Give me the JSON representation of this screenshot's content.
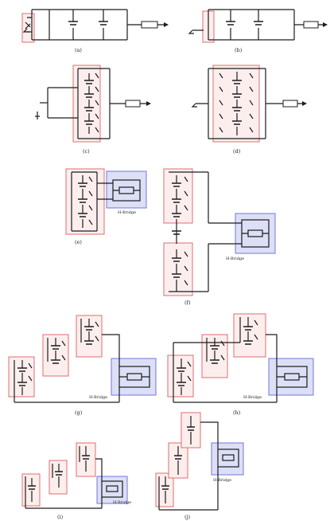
{
  "panels": [
    {
      "key": "a",
      "label": "(a)"
    },
    {
      "key": "b",
      "label": "(b)"
    },
    {
      "key": "c",
      "label": "(c)"
    },
    {
      "key": "d",
      "label": "(d)"
    },
    {
      "key": "e",
      "label": "(e)"
    },
    {
      "key": "f",
      "label": "(f)"
    },
    {
      "key": "g",
      "label": "(g)"
    },
    {
      "key": "h",
      "label": "(h)"
    },
    {
      "key": "i",
      "label": "(i)"
    },
    {
      "key": "j",
      "label": "(j)"
    }
  ],
  "bridge_label": "H-Bridge",
  "colors": {
    "wire": "#1c1c1c",
    "module_border": "#e06d6d",
    "module_fill": "#fdeeee",
    "bridge_border": "#6f78d8",
    "bridge_fill": "#dcdff6"
  }
}
